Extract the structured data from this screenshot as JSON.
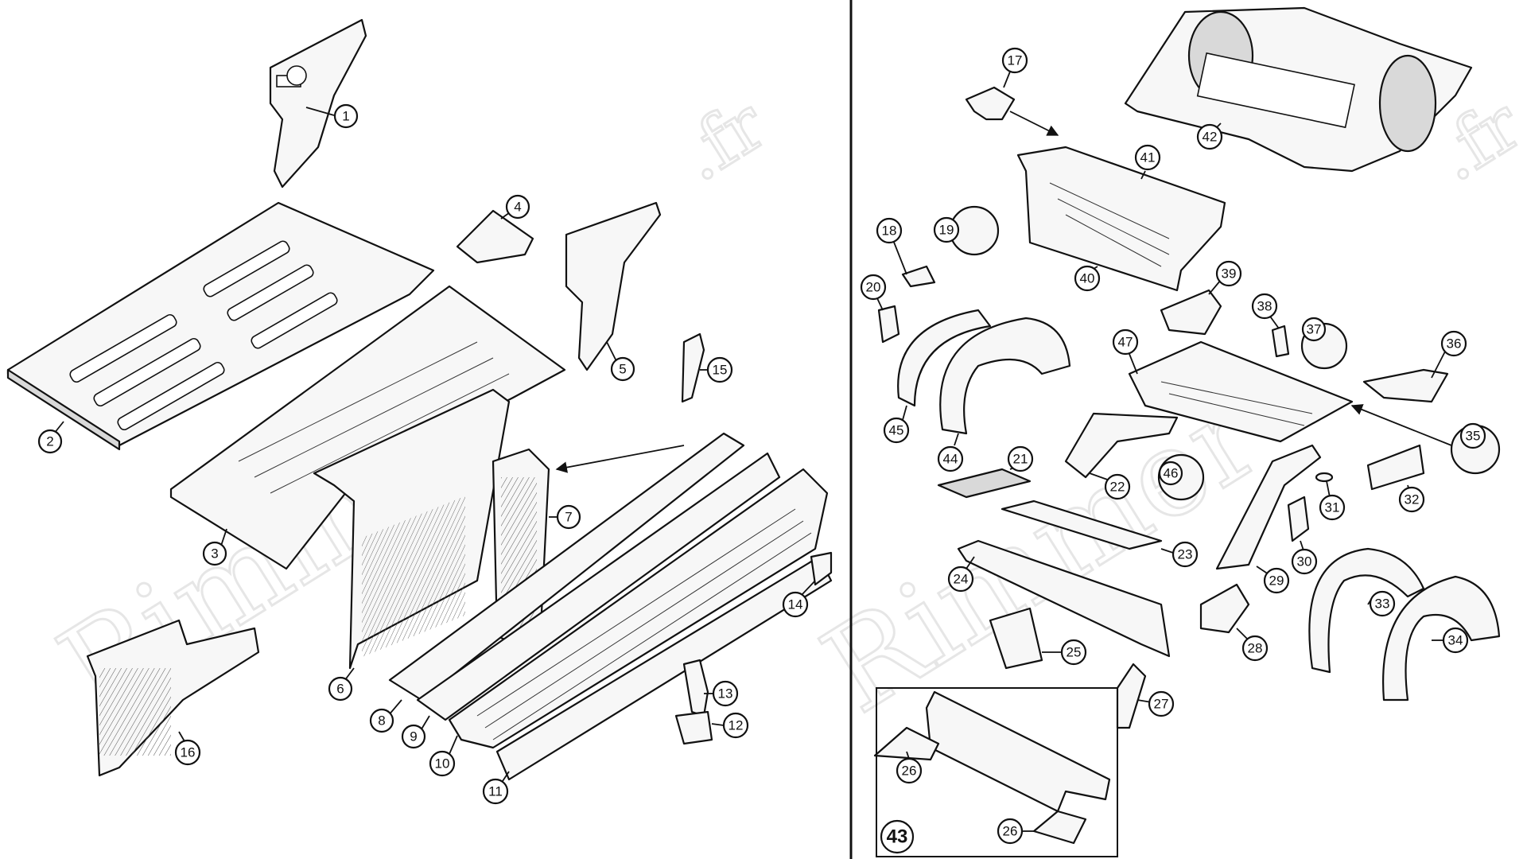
{
  "diagram": {
    "watermark_text": "Rimmer",
    "watermark_suffix": ".fr",
    "left_panel": {
      "callouts": [
        "1",
        "2",
        "3",
        "4",
        "5",
        "6",
        "7",
        "8",
        "9",
        "10",
        "11",
        "12",
        "13",
        "14",
        "15",
        "16"
      ]
    },
    "right_panel": {
      "callouts": [
        "17",
        "18",
        "19",
        "20",
        "21",
        "22",
        "23",
        "24",
        "25",
        "26",
        "27",
        "28",
        "29",
        "30",
        "31",
        "32",
        "33",
        "34",
        "35",
        "36",
        "37",
        "38",
        "39",
        "40",
        "41",
        "42",
        "44",
        "45",
        "46",
        "47"
      ],
      "inset_label": "43",
      "inset_callouts": [
        "26",
        "26"
      ]
    }
  }
}
